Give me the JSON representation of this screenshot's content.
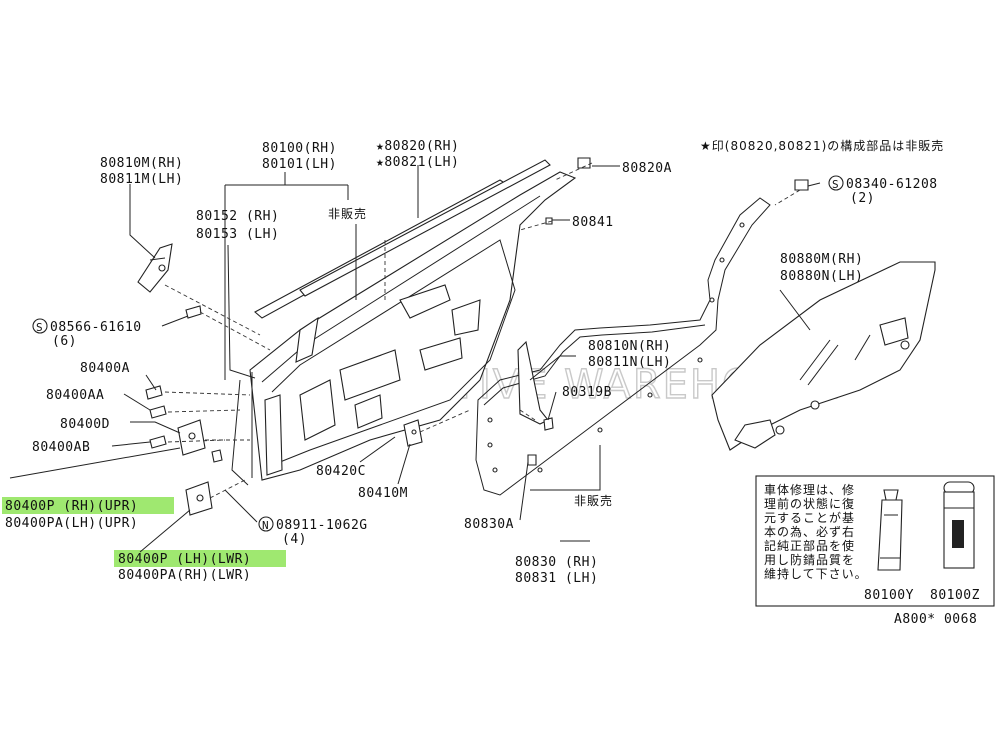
{
  "watermark": "AUTOMOTIVE WAREHOUSE",
  "colors": {
    "highlight": "#9fe870",
    "line": "#222222"
  },
  "header_note": "★印(80820,80821)の構成部品は非販売",
  "labels": {
    "p80810M": "80810M(RH)",
    "p80811M": "80811M(LH)",
    "p80100": "80100(RH)",
    "p80101": "80101(LH)",
    "p80820": "★80820(RH)",
    "p80821": "★80821(LH)",
    "p80820A": "80820A",
    "p08340": "08340-61208",
    "p08340_qty": "(2)",
    "p80152": "80152 (RH)",
    "p80153": "80153 (LH)",
    "not_for_sale_1": "非販売",
    "p80841": "80841",
    "p80880M": "80880M(RH)",
    "p80880N": "80880N(LH)",
    "p08566": "08566-61610",
    "p08566_qty": "(6)",
    "p80810N": "80810N(RH)",
    "p80811N": "80811N(LH)",
    "p80400A": "80400A",
    "p80319B": "80319B",
    "p80400AA": "80400AA",
    "p80400D": "80400D",
    "p80400AB": "80400AB",
    "p80420C": "80420C",
    "p80410M": "80410M",
    "p80400P_upr": "80400P (RH)(UPR)",
    "p80400PA_upr": "80400PA(LH)(UPR)",
    "not_for_sale_2": "非販売",
    "p80830A": "80830A",
    "p08911": "08911-1062G",
    "p08911_qty": "(4)",
    "p80400P_lwr": "80400P (LH)(LWR)",
    "p80400PA_lwr": "80400PA(RH)(LWR)",
    "p80830": "80830 (RH)",
    "p80831": "80831 (LH)",
    "p80100Y": "80100Y",
    "p80100Z": "80100Z",
    "diagram_code": "A800* 0068"
  },
  "repair_note": [
    "車体修理は、修",
    "理前の状態に復",
    "元することが基",
    "本の為、必ず右",
    "記純正部品を使",
    "用し防錆品質を",
    "維持して下さい。"
  ],
  "icons": {
    "screw_s": "S-circle-icon",
    "nut_n": "N-circle-icon"
  }
}
